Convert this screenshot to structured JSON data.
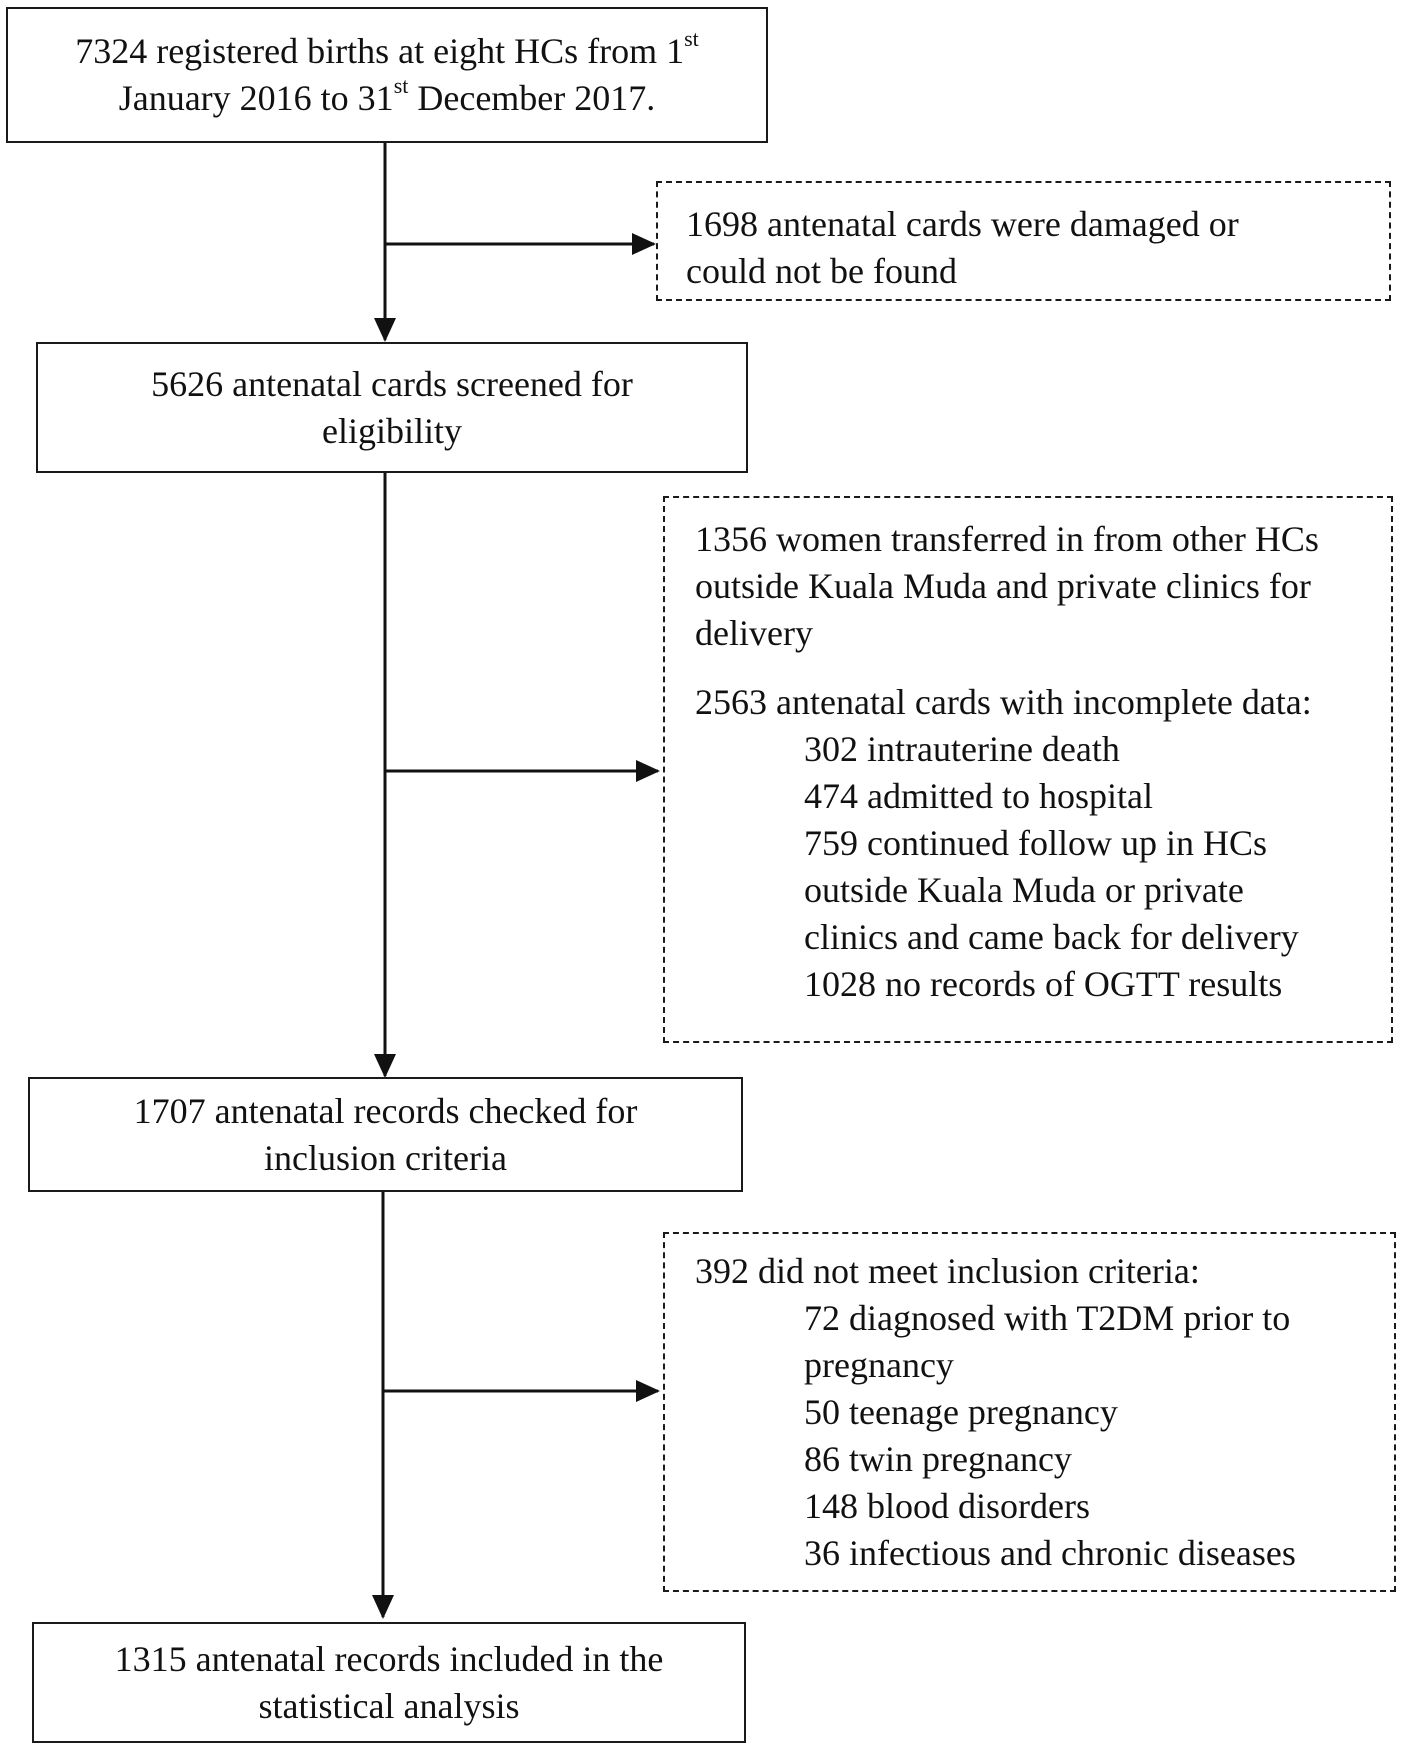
{
  "boxes": {
    "registered": {
      "line1_pre": "7324 registered births at eight HCs from 1",
      "line1_sup": "st",
      "line2_pre": "January 2016 to 31",
      "line2_sup": "st",
      "line2_post": " December 2017."
    },
    "damaged": {
      "lines": [
        "1698 antenatal cards were damaged or",
        "could not be found"
      ]
    },
    "screened": {
      "lines": [
        "5626 antenatal cards screened for",
        "eligibility"
      ]
    },
    "excluded_eligibility": {
      "transferred_lines": [
        "1356 women transferred in from other HCs",
        "outside Kuala Muda and private clinics for",
        "delivery"
      ],
      "incomplete_header": "2563 antenatal cards with incomplete data:",
      "incomplete_items": [
        "302 intrauterine death",
        "474 admitted to hospital",
        "759 continued follow up in HCs",
        "outside Kuala Muda or private",
        "clinics and came back for delivery",
        "1028 no records of OGTT results"
      ]
    },
    "checked": {
      "lines": [
        "1707 antenatal records checked for",
        "inclusion criteria"
      ]
    },
    "not_included": {
      "header": "392 did not meet inclusion criteria:",
      "items": [
        "72 diagnosed with T2DM prior to",
        "pregnancy",
        "50 teenage pregnancy",
        "86 twin pregnancy",
        "148 blood disorders",
        "36 infectious and chronic diseases"
      ]
    },
    "included": {
      "lines": [
        "1315 antenatal records included in the",
        "statistical analysis"
      ]
    }
  }
}
